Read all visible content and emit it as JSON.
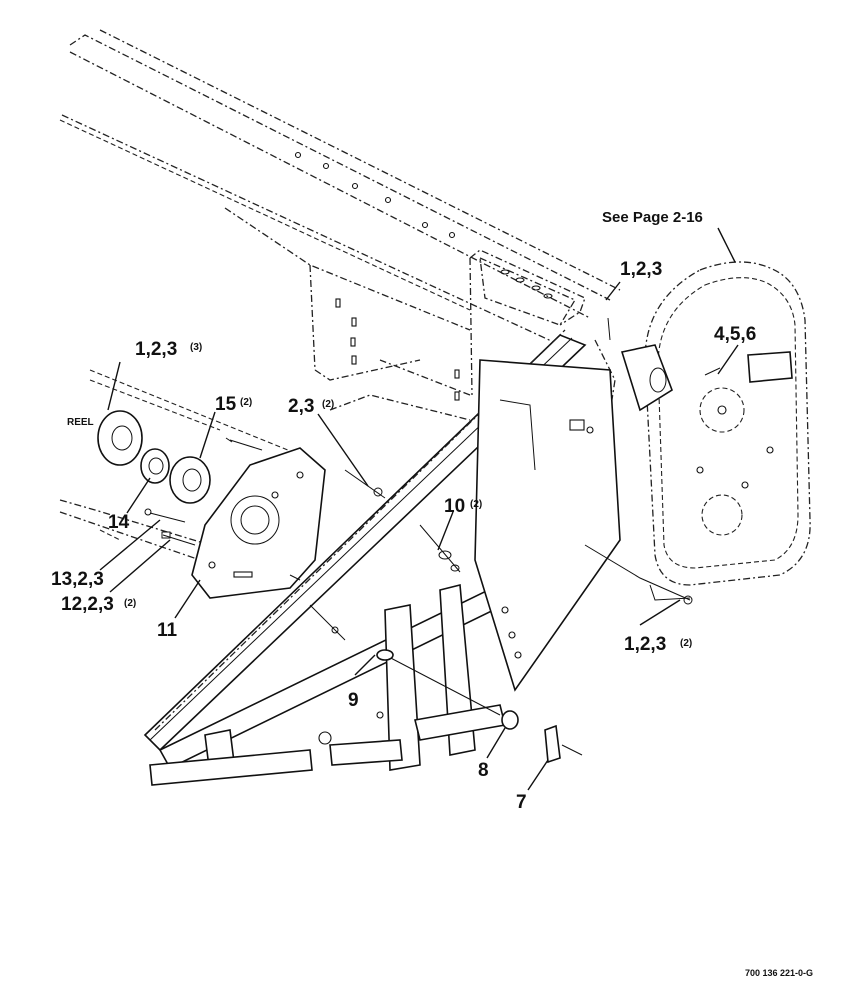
{
  "diagram": {
    "callouts": {
      "see_page": "See Page 2-16",
      "c_123_top": "1,2,3",
      "c_456": "4,5,6",
      "c_123_3": "1,2,3",
      "c_123_3_qty": "(3)",
      "reel": "REEL",
      "c_15": "15",
      "c_15_qty": "(2)",
      "c_23": "2,3",
      "c_23_qty": "(2)",
      "c_10": "10",
      "c_10_qty": "(2)",
      "c_14": "14",
      "c_1323": "13,2,3",
      "c_12": "12,2,3",
      "c_12_qty": "(2)",
      "c_11": "11",
      "c_123_right": "1,2,3",
      "c_123_right_qty": "(2)",
      "c_9": "9",
      "c_8": "8",
      "c_7": "7"
    },
    "figure_id": "700 136 221-0-G"
  }
}
